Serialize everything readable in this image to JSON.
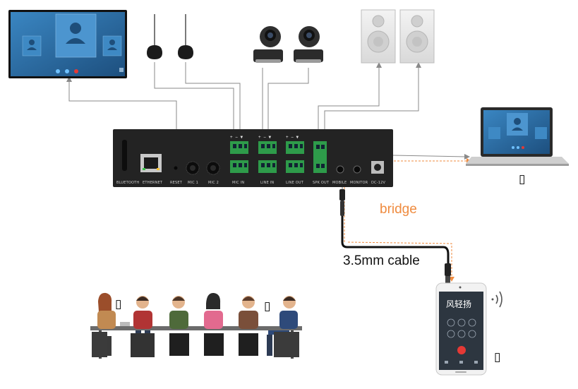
{
  "device": {
    "ports": {
      "bluetooth": "BLUETOOTH",
      "ethernet": "ETHERNET",
      "reset": "RESET",
      "mic1": "MIC 1",
      "mic2": "MIC 2",
      "mic_in": "MIC IN",
      "line_in": "LINE IN",
      "line_out": "LINE OUT",
      "spk_out": "SPK OUT",
      "mobile": "MOBILE",
      "monitor": "MONITOR",
      "dc": "DC-12V"
    },
    "terminal_signs": "+ − ▼"
  },
  "labels": {
    "bridge": "bridge",
    "cable": "3.5mm cable",
    "box_glyph": "▯"
  },
  "phone": {
    "contact_name": "风轻扬"
  },
  "colors": {
    "device_body": "#232323",
    "terminal_green": "#2e9b4a",
    "bridge_orange": "#ef8b3f",
    "wire_gray": "#8a8a8a",
    "screen_blue": "#2a6fa6"
  }
}
